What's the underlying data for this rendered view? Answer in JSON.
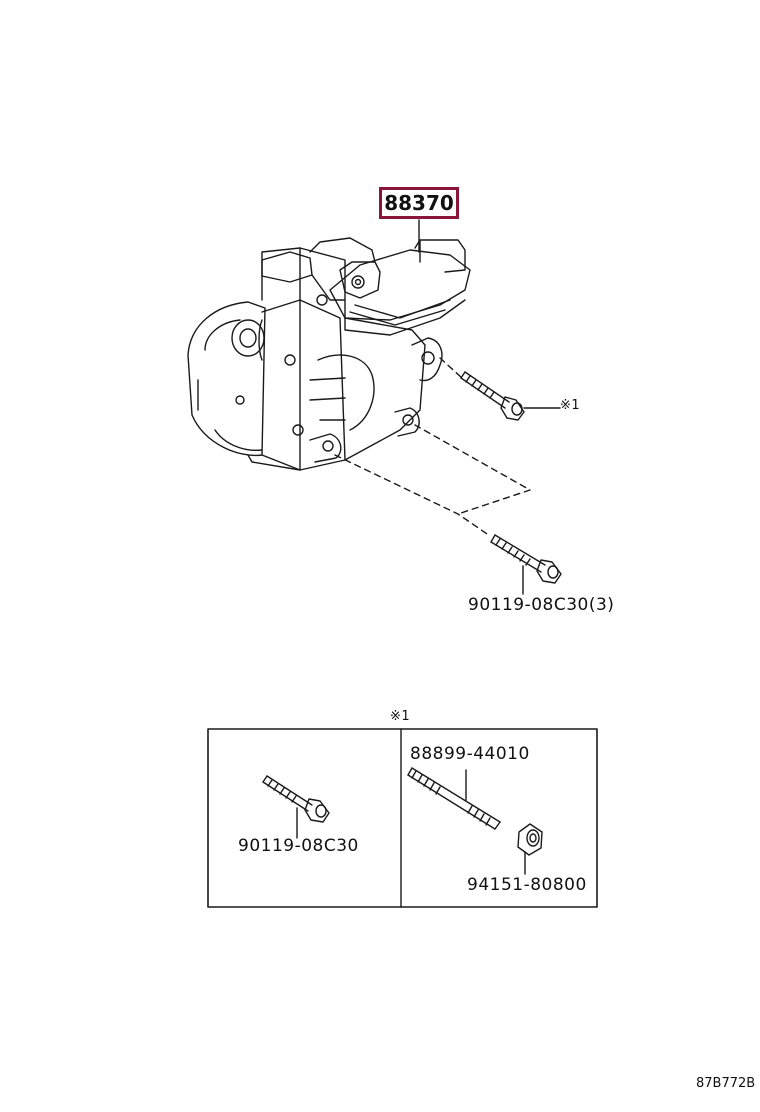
{
  "main_part": {
    "number": "88370"
  },
  "callouts": {
    "compressor_bolt_note": "※1",
    "bracket_bolt": "90119-08C30(3)"
  },
  "kit": {
    "header_note": "※1",
    "left_part": "90119-08C30",
    "stud_bolt": "88899-44010",
    "nut": "94151-80800"
  },
  "footer": {
    "drawing_id": "87B772B"
  }
}
